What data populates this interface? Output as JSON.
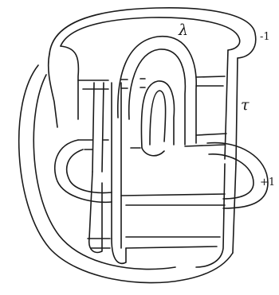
{
  "labels": {
    "lambda": "λ",
    "tau": "τ",
    "framing_top": "-1",
    "framing_right": "+1"
  }
}
